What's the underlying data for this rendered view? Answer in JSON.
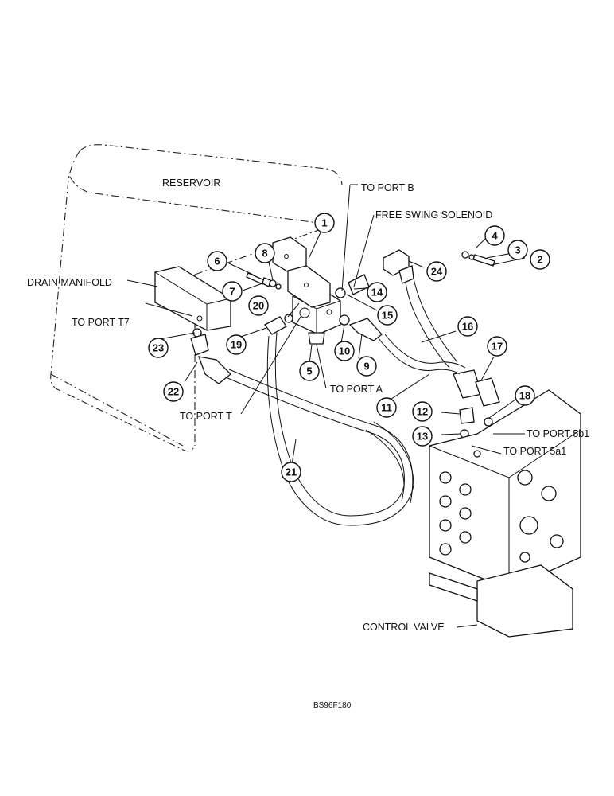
{
  "labels": {
    "reservoir": "RESERVOIR",
    "to_port_b": "TO PORT B",
    "free_swing_solenoid": "FREE SWING SOLENOID",
    "drain_manifold": "DRAIN MANIFOLD",
    "to_port_t7": "TO PORT T7",
    "to_port_a": "TO PORT A",
    "to_port_t": "TO PORT T",
    "to_port_5b1": "TO PORT 5b1",
    "to_port_5a1": "TO PORT 5a1",
    "control_valve": "CONTROL VALVE"
  },
  "callouts": [
    "1",
    "2",
    "3",
    "4",
    "5",
    "6",
    "7",
    "8",
    "9",
    "10",
    "11",
    "12",
    "13",
    "14",
    "15",
    "16",
    "17",
    "18",
    "19",
    "20",
    "21",
    "22",
    "23",
    "24"
  ],
  "figure_code": "BS96F180"
}
